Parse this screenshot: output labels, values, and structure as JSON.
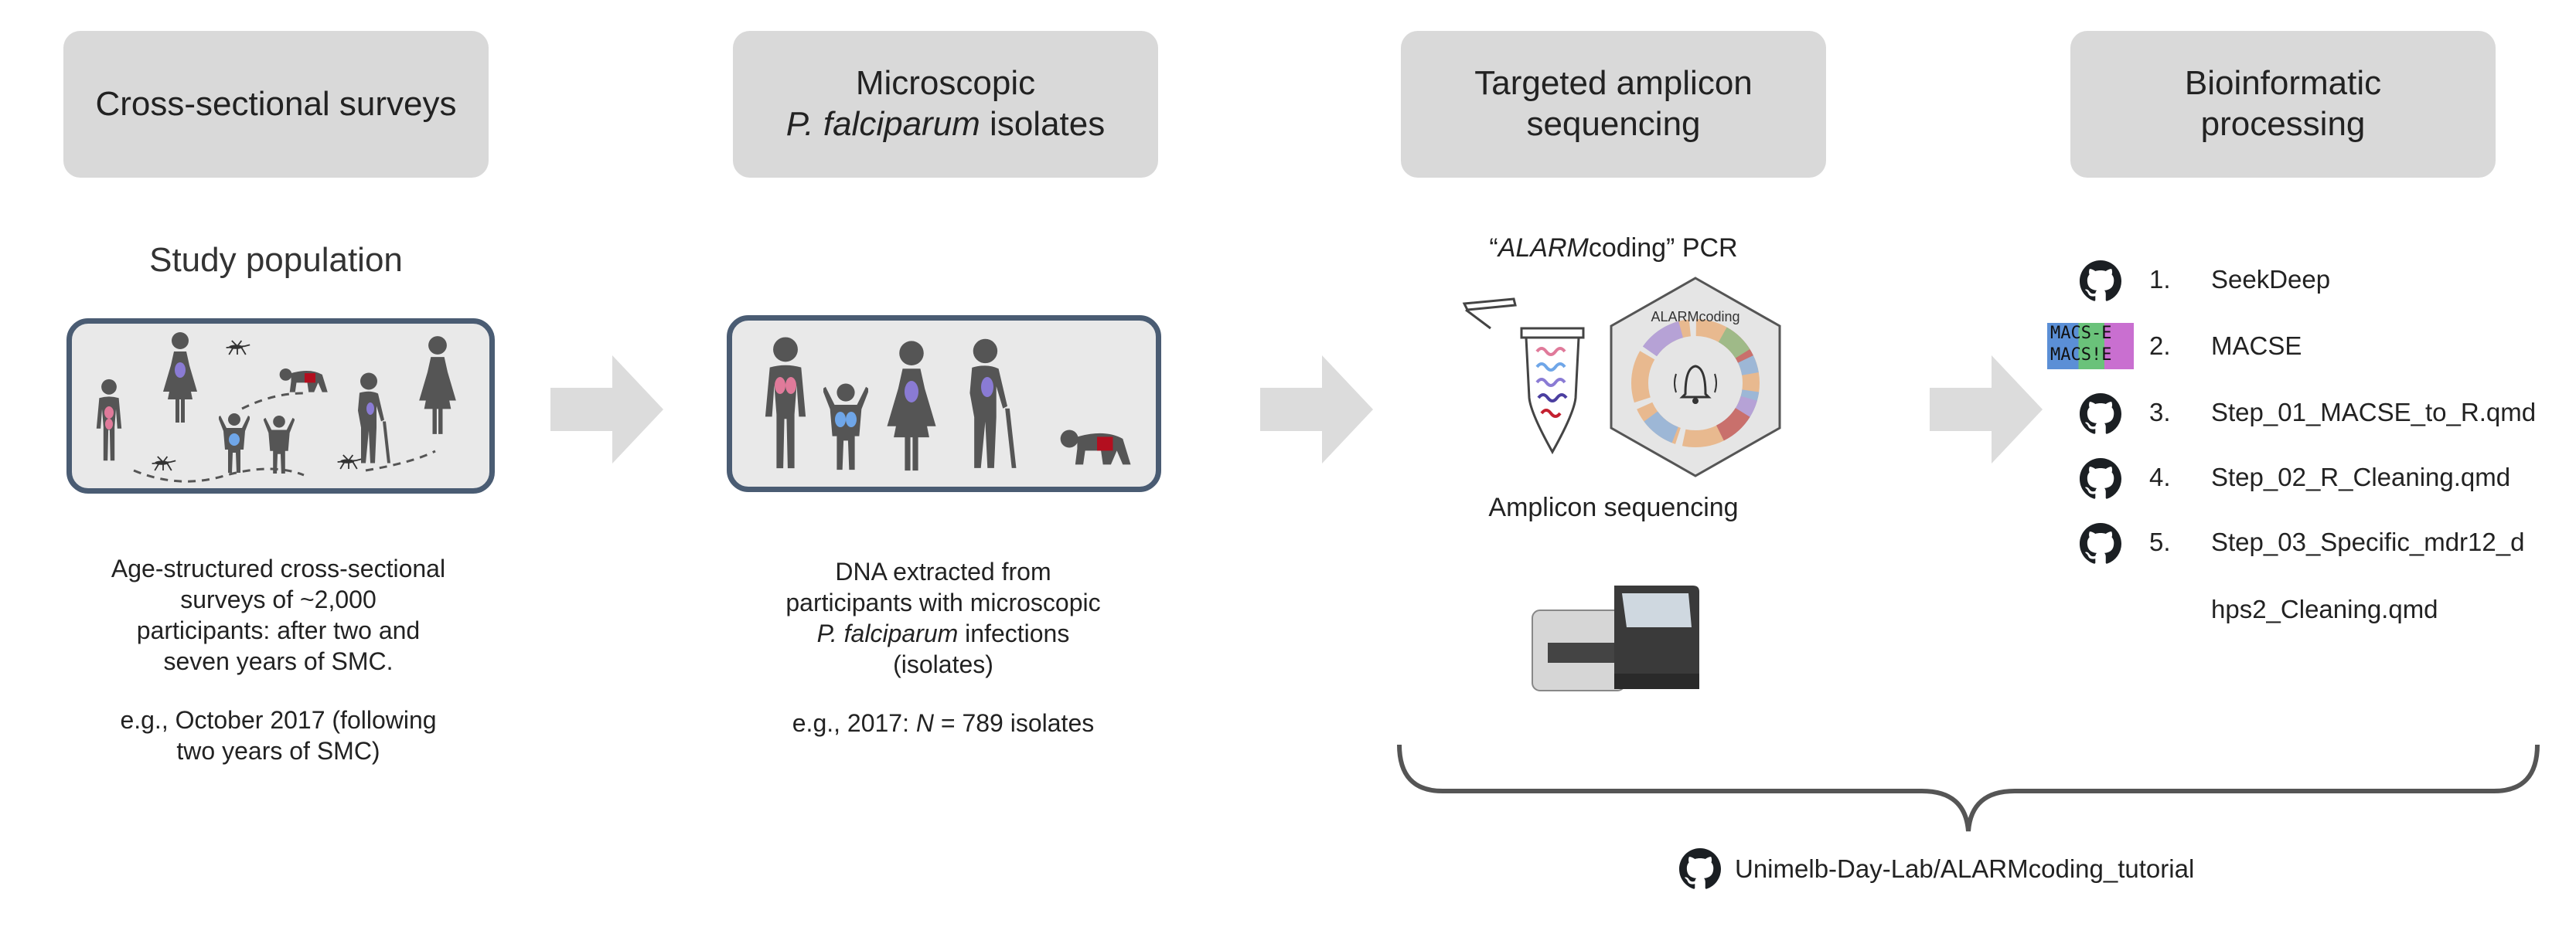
{
  "stages": [
    {
      "title_line1": "Cross-sectional surveys",
      "title_line2": ""
    },
    {
      "title_line1": "Microscopic",
      "title_line2_italic": "P. falciparum",
      "title_line2_rest": " isolates"
    },
    {
      "title_line1": "Targeted amplicon",
      "title_line2": "sequencing"
    },
    {
      "title_line1": "Bioinformatic",
      "title_line2": "processing"
    }
  ],
  "study_population": "Study population",
  "survey_desc": {
    "lines": [
      "Age-structured cross-sectional",
      "surveys of ~2,000",
      "participants: after two and",
      "seven years of SMC."
    ],
    "example_lines": [
      "e.g., October 2017 (following",
      "two years of SMC)"
    ]
  },
  "isolate_desc": {
    "lines": [
      "DNA extracted from",
      "participants with microscopic"
    ],
    "line3_italic": "P. falciparum",
    "line3_rest": " infections",
    "line4": "(isolates)",
    "example_prefix": "e.g., 2017: ",
    "example_n": "N",
    "example_rest": " = 789 isolates"
  },
  "pcr_label": {
    "open_quote": "“",
    "italic": "ALARM",
    "rest": "coding” PCR"
  },
  "hex_label": "ALARMcoding",
  "amplicon_label": "Amplicon sequencing",
  "macse_logo": {
    "line1": "MACS-E",
    "line2": "MACS!E"
  },
  "pipeline": [
    {
      "num": "1.",
      "label": "SeekDeep",
      "icon": "github-icon"
    },
    {
      "num": "2.",
      "label": "MACSE",
      "icon": "macse-logo"
    },
    {
      "num": "3.",
      "label": "Step_01_MACSE_to_R.qmd",
      "icon": "github-icon"
    },
    {
      "num": "4.",
      "label": "Step_02_R_Cleaning.qmd",
      "icon": "github-icon"
    },
    {
      "num": "5.",
      "label": "Step_03_Specific_mdr12_d",
      "icon": "github-icon"
    }
  ],
  "pipeline_continuation": "hps2_Cleaning.qmd",
  "repo": "Unimelb-Day-Lab/ALARMcoding_tutorial",
  "colors": {
    "header_bg": "#d9d9d9",
    "panel_border": "#4a5c73",
    "person": "#555555",
    "arrow": "#dcdcdc"
  }
}
